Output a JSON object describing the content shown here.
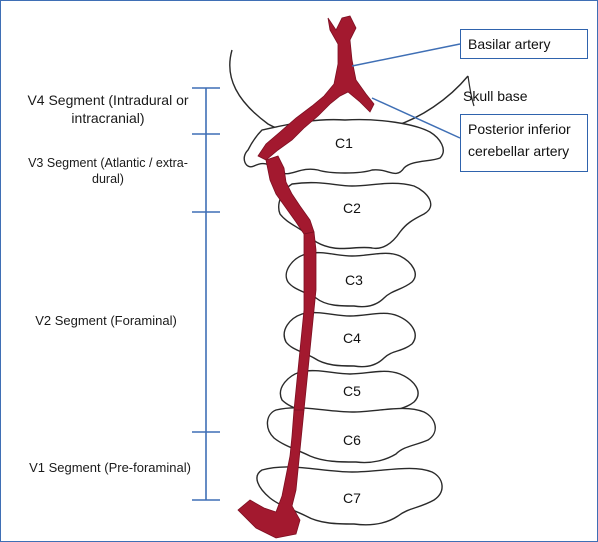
{
  "segments": {
    "v4": "V4 Segment (Intradural or intracranial)",
    "v3": "V3 Segment (Atlantic / extra-dural)",
    "v2": "V2 Segment (Foraminal)",
    "v1": "V1 Segment (Pre-foraminal)"
  },
  "labels": {
    "basilar_artery": "Basilar artery",
    "skull_base": "Skull base",
    "pica": "Posterior inferior cerebellar artery"
  },
  "vertebrae": [
    "C1",
    "C2",
    "C3",
    "C4",
    "C5",
    "C6",
    "C7"
  ],
  "colors": {
    "artery": "#a3192f",
    "bracket": "#3f6fb5",
    "outline": "#2a2a2a"
  }
}
